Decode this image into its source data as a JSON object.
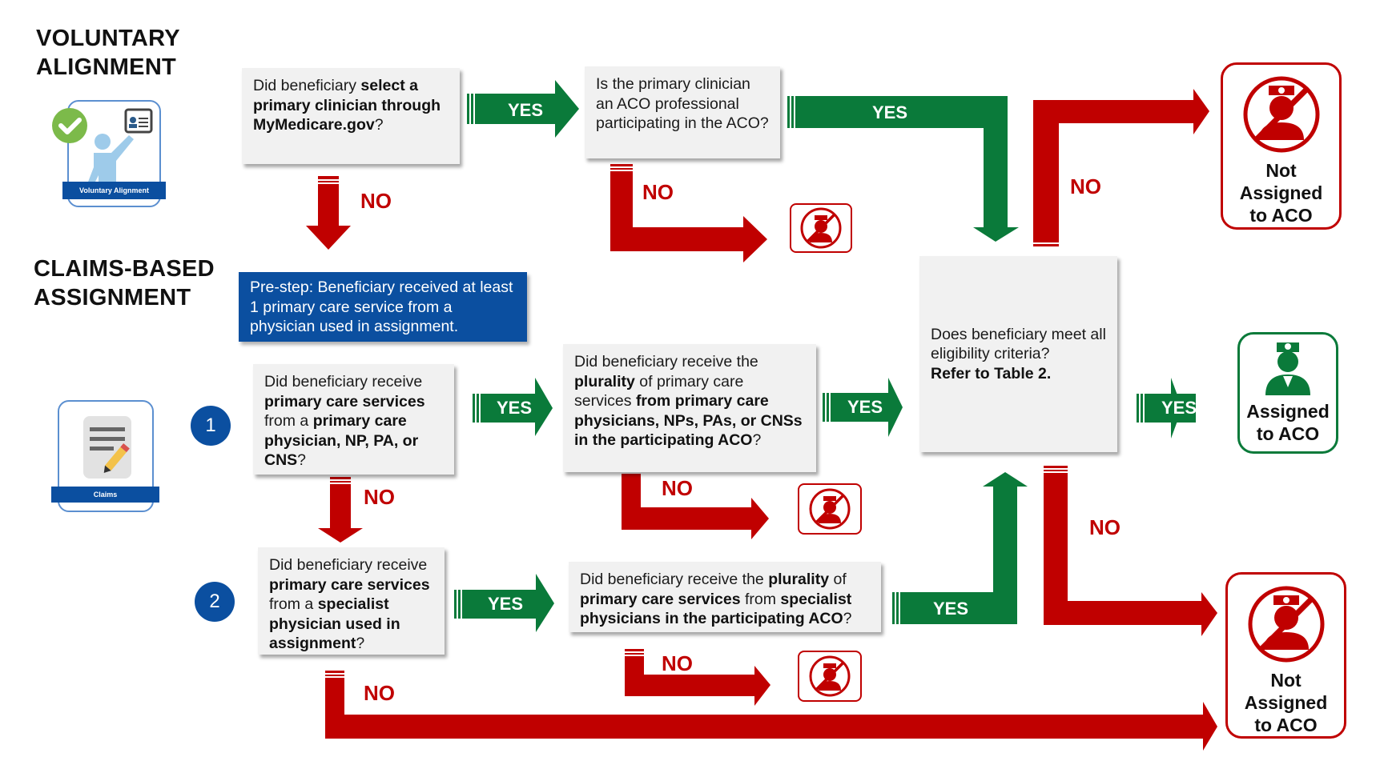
{
  "sections": {
    "voluntary": {
      "title_line1": "VOLUNTARY",
      "title_line2": "ALIGNMENT",
      "icon_label": "Voluntary Alignment"
    },
    "claims": {
      "title_line1": "CLAIMS-BASED",
      "title_line2": "ASSIGNMENT",
      "icon_label": "Claims"
    }
  },
  "prestep": {
    "text": "Pre-step: Beneficiary received at least 1 primary care service from a physician used in assignment."
  },
  "steps": [
    {
      "number": "1"
    },
    {
      "number": "2"
    }
  ],
  "questions": {
    "q_select": {
      "parts": [
        "Did beneficiary ",
        "select a primary clinician through MyMedicare.gov",
        "?"
      ]
    },
    "q_aco_prof": {
      "text": "Is the primary clinician an ACO professional participating in the ACO?"
    },
    "q1_primary": {
      "parts": [
        "Did beneficiary receive ",
        "primary care services",
        " from a ",
        "primary care physician, NP, PA, or CNS",
        "?"
      ]
    },
    "q1_plurality": {
      "parts": [
        "Did beneficiary receive the ",
        "plurality",
        " of primary care services ",
        "from primary care physicians, NPs, PAs, or CNSs in the participating ACO",
        "?"
      ]
    },
    "q2_specialist": {
      "parts": [
        "Did beneficiary receive ",
        "primary care services",
        " from a ",
        "specialist physician used in assignment",
        "?"
      ]
    },
    "q2_plurality": {
      "parts": [
        "Did beneficiary receive the ",
        "plurality",
        " of ",
        "primary care services",
        " from ",
        "specialist physicians in the participating ACO",
        "?"
      ]
    },
    "q_eligibility": {
      "text": "Does beneficiary meet all eligibility criteria?",
      "bold": "Refer to  Table 2."
    }
  },
  "labels": {
    "yes": "YES",
    "no": "NO"
  },
  "outcomes": {
    "not_assigned_top": {
      "line1": "Not",
      "line2": "Assigned",
      "line3": "to ACO"
    },
    "assigned": {
      "line1": "Assigned",
      "line2": "to ACO"
    },
    "not_assigned_bottom": {
      "line1": "Not",
      "line2": "Assigned",
      "line3": "to ACO"
    }
  },
  "colors": {
    "yes_green": "#0a7a3a",
    "no_red": "#c00000",
    "step_blue": "#0b4fa0",
    "box_gray": "#f1f1f1"
  }
}
